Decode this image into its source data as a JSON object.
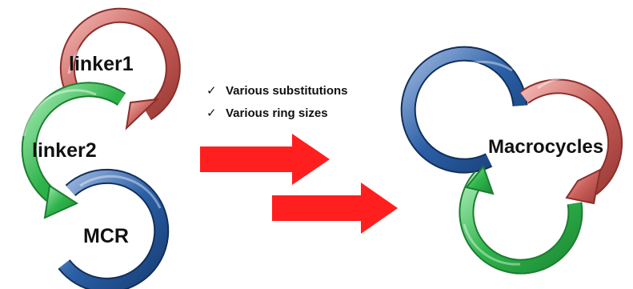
{
  "labels": {
    "linker1": "linker1",
    "linker2": "linker2",
    "mcr": "MCR",
    "macrocycles": "Macrocycles"
  },
  "notes": [
    {
      "mark": "✓",
      "text": "Various substitutions"
    },
    {
      "mark": "✓",
      "text": "Various ring sizes"
    }
  ],
  "colors": {
    "red_ring": "#c0504d",
    "green_ring": "#2eb04a",
    "blue_ring": "#1f4e8c",
    "arrow": "#ff1f1f"
  }
}
